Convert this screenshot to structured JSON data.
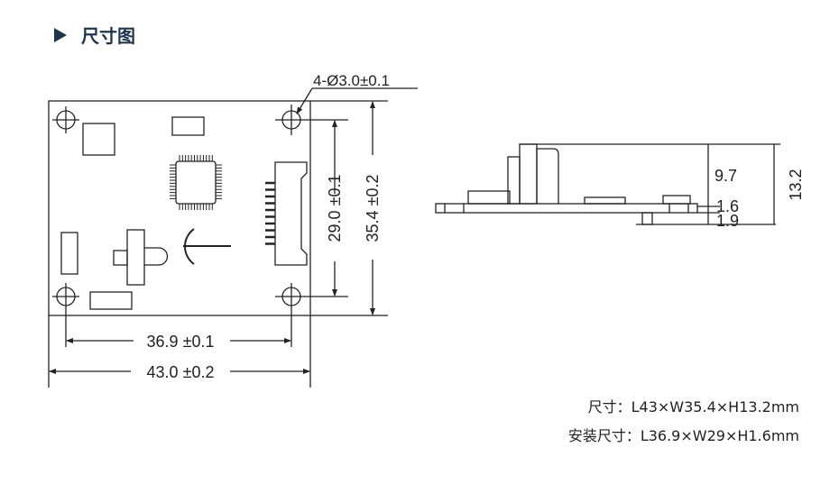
{
  "header": {
    "title": "尺寸图"
  },
  "top_view": {
    "hole_label": "4-Ø3.0±0.1",
    "dim_hole_vertical": "29.0 ±0.1",
    "dim_height": "35.4 ±0.2",
    "dim_hole_horizontal": "36.9 ±0.1",
    "dim_width": "43.0 ±0.2"
  },
  "side_view": {
    "dim_component": "9.7",
    "dim_pcb": "1.6",
    "dim_bottom": "1.9",
    "dim_total": "13.2"
  },
  "specs": {
    "size": "尺寸：L43×W35.4×H13.2mm",
    "mount_size": "安装尺寸：L36.9×W29×H1.6mm"
  }
}
